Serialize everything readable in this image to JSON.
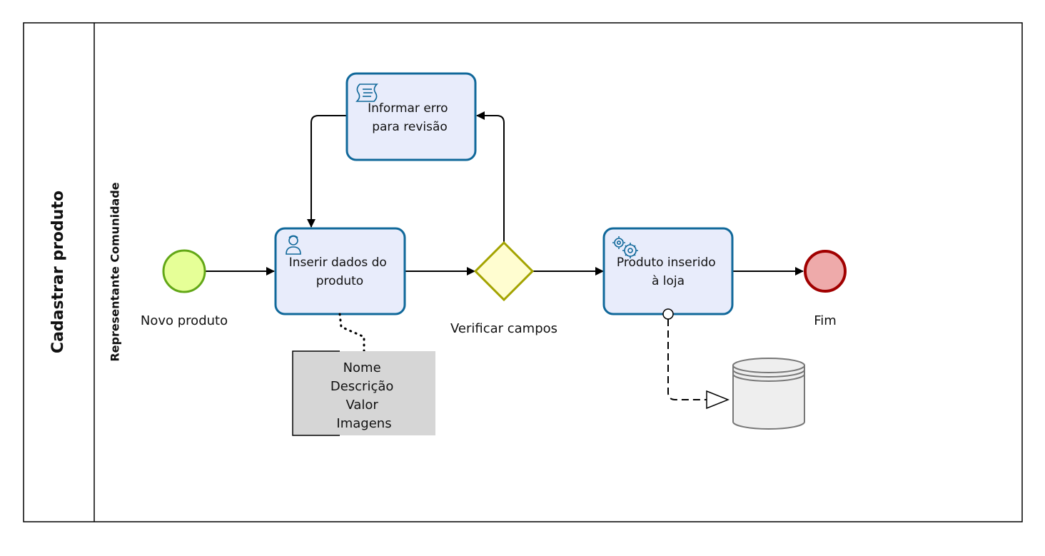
{
  "pool": {
    "title": "Cadastrar produto"
  },
  "lane": {
    "title": "Representante Comunidade"
  },
  "events": {
    "start": {
      "label": "Novo produto"
    },
    "end": {
      "label": "Fim"
    }
  },
  "tasks": {
    "inserir": {
      "lines": [
        "Inserir dados do",
        "produto"
      ],
      "icon": "user-icon"
    },
    "informar": {
      "lines": [
        "Informar erro",
        "para revisão"
      ],
      "icon": "script-icon"
    },
    "produto": {
      "lines": [
        "Produto inserido",
        "à loja"
      ],
      "icon": "gears-icon"
    }
  },
  "gateway": {
    "label": "Verificar campos"
  },
  "annotation": {
    "lines": [
      "Nome",
      "Descrição",
      "Valor",
      "Imagens"
    ]
  },
  "colors": {
    "task_fill": "#e8ecfb",
    "task_stroke": "#10689a",
    "start_fill": "#e6ff97",
    "start_stroke": "#62a716",
    "end_fill": "#eeaaaa",
    "end_stroke": "#a10000",
    "gateway_fill": "#fffdd0",
    "gateway_stroke": "#a3a300",
    "annotation_fill": "#d6d6d6",
    "datastore_fill": "#eeeeee"
  }
}
